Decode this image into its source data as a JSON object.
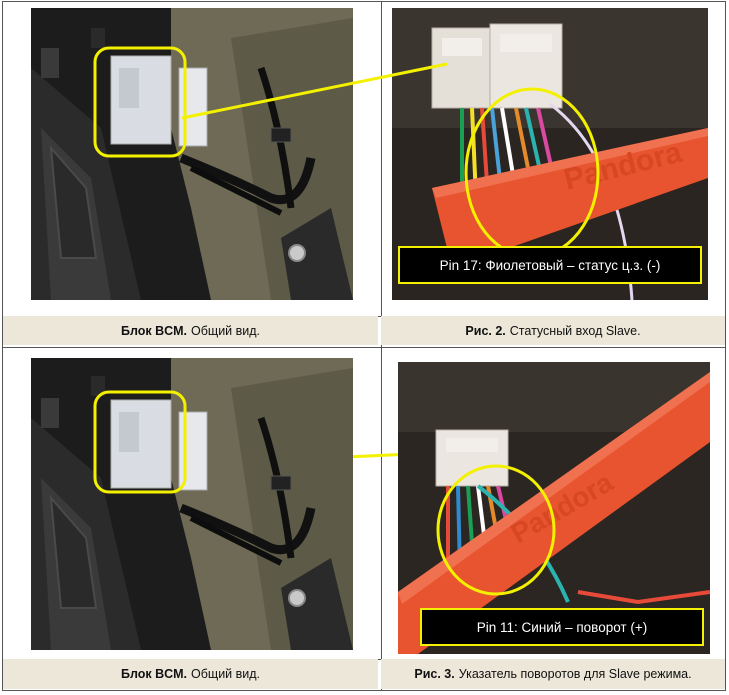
{
  "cells": [
    {
      "id": "bcm-top",
      "caption_bold": "Блок BCM.",
      "caption_rest": "Общий вид."
    },
    {
      "id": "fig2",
      "caption_bold": "Рис. 2.",
      "caption_rest": "Статусный вход Slave.",
      "pin_label": "Pin 17: Фиолетовый – статус ц.з. (-)"
    },
    {
      "id": "bcm-bottom",
      "caption_bold": "Блок BCM.",
      "caption_rest": "Общий вид."
    },
    {
      "id": "fig3",
      "caption_bold": "Рис. 3.",
      "caption_rest": "Указатель поворотов для Slave режима.",
      "pin_label": "Pin 11: Синий – поворот (+)"
    }
  ],
  "brand_text": "Pandora",
  "colors": {
    "highlight": "#f3f000",
    "caption_bg": "#ece7d9",
    "bar_orange": "#e8542f"
  }
}
